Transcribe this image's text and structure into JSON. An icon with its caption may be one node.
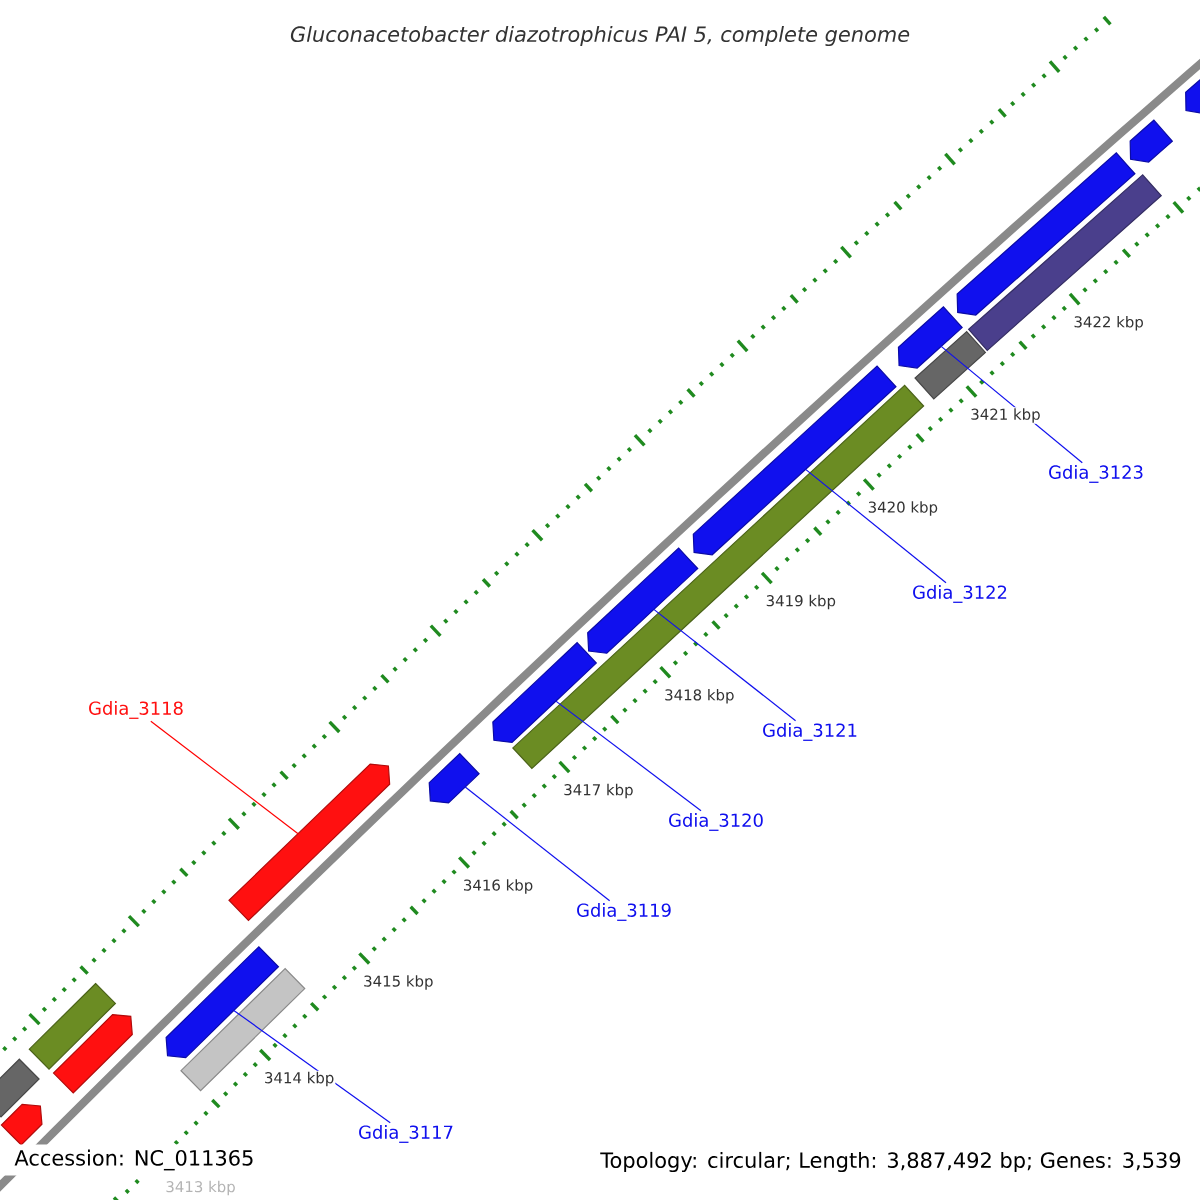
{
  "diagram": {
    "title": "Gluconacetobacter diazotrophicus PAI 5, complete genome",
    "nodes": [
      {
        "text": [
          "Gdia_3123"
        ]
      },
      {
        "text": [
          "Gdia_3122"
        ]
      },
      {
        "text": [
          "Gdia_3118"
        ]
      },
      {
        "text": [
          "Gdia_3121"
        ]
      },
      {
        "text": [
          "Gdia_3120"
        ]
      },
      {
        "text": [
          "Gdia_3119"
        ]
      },
      {
        "text": [
          "Gdia_3117"
        ]
      },
      {
        "text": [],
        "shape": "arrow"
      },
      {
        "text": [],
        "shape": "bar"
      },
      {
        "text": [],
        "shape": "bar"
      },
      {
        "text": [],
        "shape": "arrow"
      },
      {
        "text": [],
        "shape": "arrow"
      },
      {
        "text": [],
        "shape": "bar"
      },
      {
        "text": [],
        "shape": "arrow"
      },
      {
        "text": [],
        "shape": "arrow"
      },
      {
        "text": [],
        "shape": "arrow"
      },
      {
        "text": [],
        "shape": "bar"
      },
      {
        "text": [],
        "shape": "arrow"
      },
      {
        "text": [],
        "shape": "arrow"
      },
      {
        "text": [],
        "shape": "arrow"
      },
      {
        "text": [],
        "shape": "bar"
      },
      {
        "text": [],
        "shape": "arrow"
      },
      {
        "text": [],
        "shape": "bar"
      },
      {
        "text": [],
        "shape": "arrow"
      },
      {
        "text": [],
        "shape": "arrow"
      }
    ],
    "edges": [
      {
        "from": 0,
        "to": 19,
        "arrow": "none"
      },
      {
        "from": 1,
        "to": 18,
        "arrow": "none"
      },
      {
        "from": 2,
        "to": 13,
        "arrow": "none",
        "color": "#ff0000"
      },
      {
        "from": 3,
        "to": 17,
        "arrow": "none"
      },
      {
        "from": 4,
        "to": 15,
        "arrow": "none"
      },
      {
        "from": 5,
        "to": 14,
        "arrow": "none"
      },
      {
        "from": 6,
        "to": 11,
        "arrow": "none"
      }
    ],
    "labels": [
      "3422 kbp",
      "3421 kbp",
      "3420 kbp",
      "3419 kbp",
      "3418 kbp",
      "3417 kbp",
      "3416 kbp",
      "3415 kbp",
      "3414 kbp",
      "Accession: NC_011365",
      "Topology: circular; Length: 3,887,492 bp; Genes: 3,539",
      "3413 kbp"
    ]
  }
}
